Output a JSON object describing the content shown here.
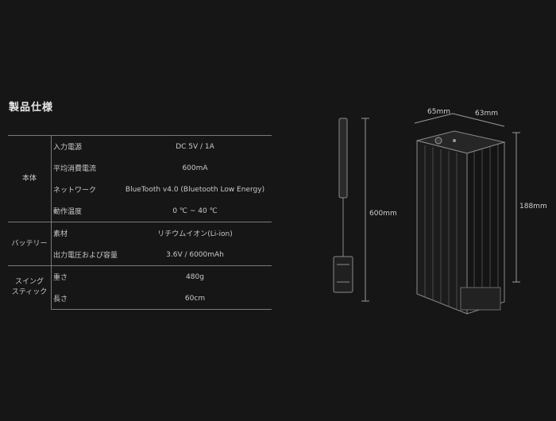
{
  "title": "製品仕様",
  "groups": [
    {
      "name": "本体",
      "rows": [
        {
          "label": "入力電源",
          "value": "DC 5V / 1A"
        },
        {
          "label": "平均消費電流",
          "value": "600mA"
        },
        {
          "label": "ネットワーク",
          "value": "BlueTooth v4.0 (Bluetooth Low Energy)"
        },
        {
          "label": "動作温度",
          "value": "0 ℃ ~ 40 ℃"
        }
      ]
    },
    {
      "name": "バッテリー",
      "rows": [
        {
          "label": "素材",
          "value": "リチウムイオン(Li-ion)"
        },
        {
          "label": "出力電圧および容量",
          "value": "3.6V / 6000mAh"
        }
      ]
    },
    {
      "name": "スイング\nスティック",
      "rows": [
        {
          "label": "重さ",
          "value": "480g"
        },
        {
          "label": "長さ",
          "value": "60cm"
        }
      ]
    }
  ],
  "dimensions": {
    "stick_length": "600mm",
    "width": "65mm",
    "depth": "63mm",
    "height": "188mm"
  }
}
